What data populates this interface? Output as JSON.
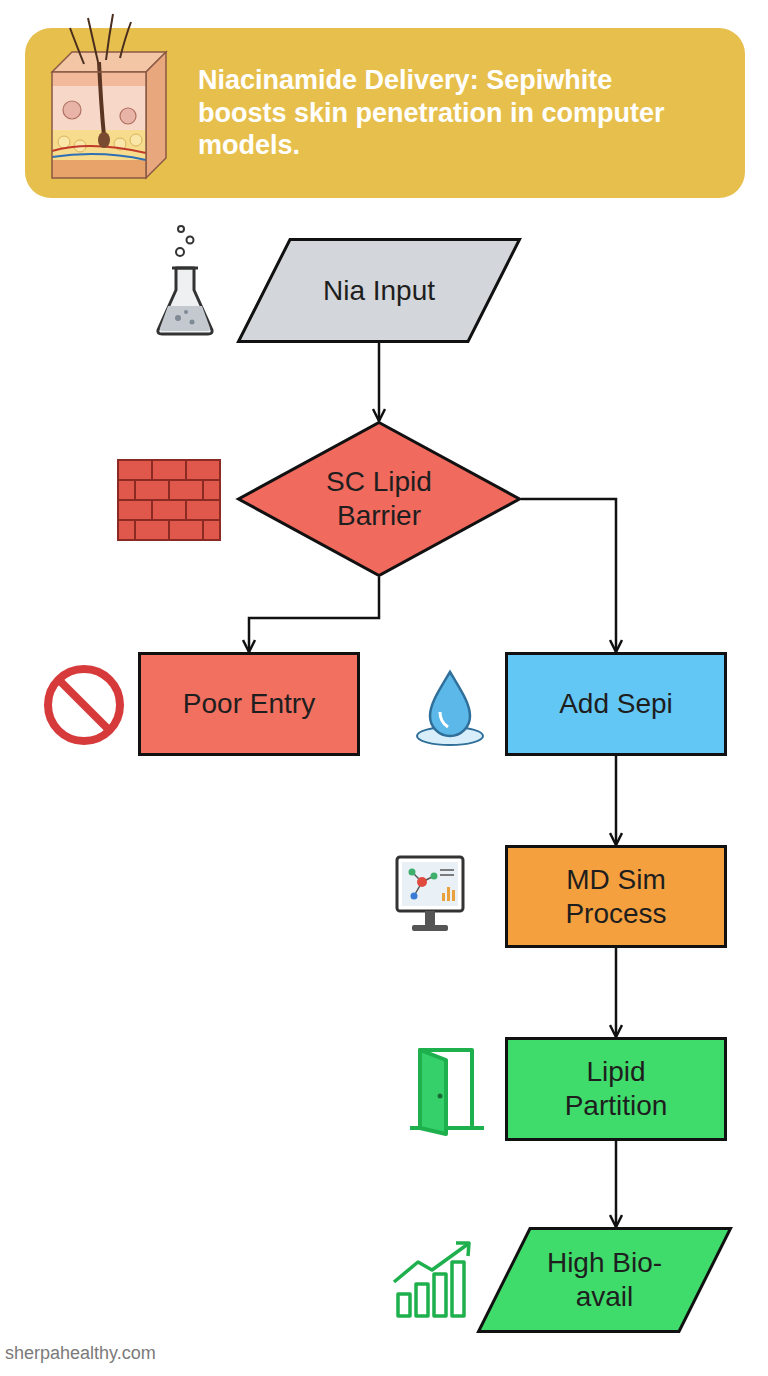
{
  "diagram": {
    "title": "Niacinamide Delivery: Sepiwhite boosts skin penetration in computer models.",
    "nodes": [
      {
        "text": [
          "Nia Input"
        ]
      },
      {
        "text": [
          "SC Lipid Barrier"
        ]
      },
      {
        "text": [
          "Poor Entry"
        ]
      },
      {
        "text": [
          "Add Sepi"
        ]
      },
      {
        "text": [
          "MD Sim Process"
        ]
      },
      {
        "text": [
          "Lipid Partition"
        ]
      },
      {
        "text": [
          "High Bio-avail"
        ]
      }
    ],
    "edges": [
      {
        "from": 0,
        "to": 1,
        "arrow": "to"
      },
      {
        "from": 1,
        "to": 2,
        "arrow": "to"
      },
      {
        "from": 1,
        "to": 3,
        "arrow": "to"
      },
      {
        "from": 3,
        "to": 4,
        "arrow": "to"
      },
      {
        "from": 4,
        "to": 5,
        "arrow": "to"
      },
      {
        "from": 5,
        "to": 6,
        "arrow": "to"
      }
    ],
    "labels": [
      "sherpahealthy.com"
    ]
  }
}
